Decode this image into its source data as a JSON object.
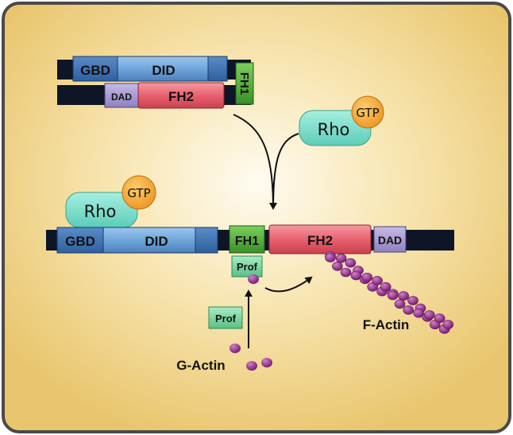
{
  "top_complex": {
    "gbd": "GBD",
    "did": "DID",
    "fh1": "FH1",
    "dad": "DAD",
    "fh2": "FH2"
  },
  "free_rho": {
    "rho": "Rho",
    "gtp": "GTP"
  },
  "bound_rho": {
    "rho": "Rho",
    "gtp": "GTP"
  },
  "active_formin": {
    "gbd": "GBD",
    "did": "DID",
    "fh1": "FH1",
    "fh2": "FH2",
    "dad": "DAD"
  },
  "profilin_bound": "Prof",
  "profilin_free": "Prof",
  "g_actin": "G-Actin",
  "f_actin": "F-Actin",
  "colors": {
    "panel_edge": "#e8c56e",
    "panel_center": "#fdf6e2",
    "gbd_did": "#6fa6da",
    "fh1": "#4daa37",
    "fh2": "#e8616f",
    "dad": "#a99bd1",
    "rho": "#7fe0cf",
    "gtp": "#f5a93a",
    "actin": "#8e2a86",
    "profilin": "#7fd9a5"
  }
}
